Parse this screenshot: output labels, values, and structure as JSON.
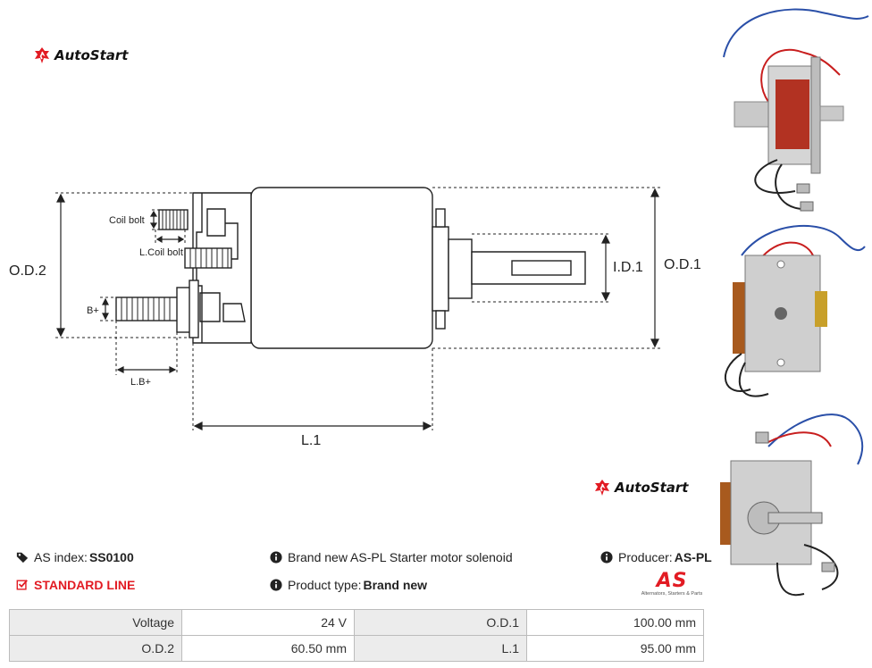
{
  "brand": {
    "logo_text": "AutoStart",
    "accent": "#e21b23"
  },
  "drawing": {
    "labels": {
      "coil_bolt": "Coil bolt",
      "l_coil_bolt": "L.Coil bolt",
      "b_plus": "B+",
      "l_b_plus": "L.B+",
      "od2": "O.D.2",
      "od1": "O.D.1",
      "id1": "I.D.1",
      "l1": "L.1"
    }
  },
  "product": {
    "index_label": "AS index: ",
    "index_value": "SS0100",
    "description": "Brand new AS-PL Starter motor solenoid",
    "producer_label": "Producer: ",
    "producer_value": "AS-PL",
    "line": "STANDARD LINE",
    "type_label": "Product type: ",
    "type_value": "Brand new",
    "as_logo_text": "AS",
    "as_logo_caption": "Alternators, Starters & Parts"
  },
  "specs": [
    {
      "label": "Voltage",
      "value": "24 V"
    },
    {
      "label": "O.D.1",
      "value": "100.00 mm"
    },
    {
      "label": "O.D.2",
      "value": "60.50 mm"
    },
    {
      "label": "L.1",
      "value": "95.00 mm"
    }
  ],
  "icons": {
    "tag": "tag-icon",
    "info": "info-circle-icon",
    "check": "checkbox-icon"
  }
}
